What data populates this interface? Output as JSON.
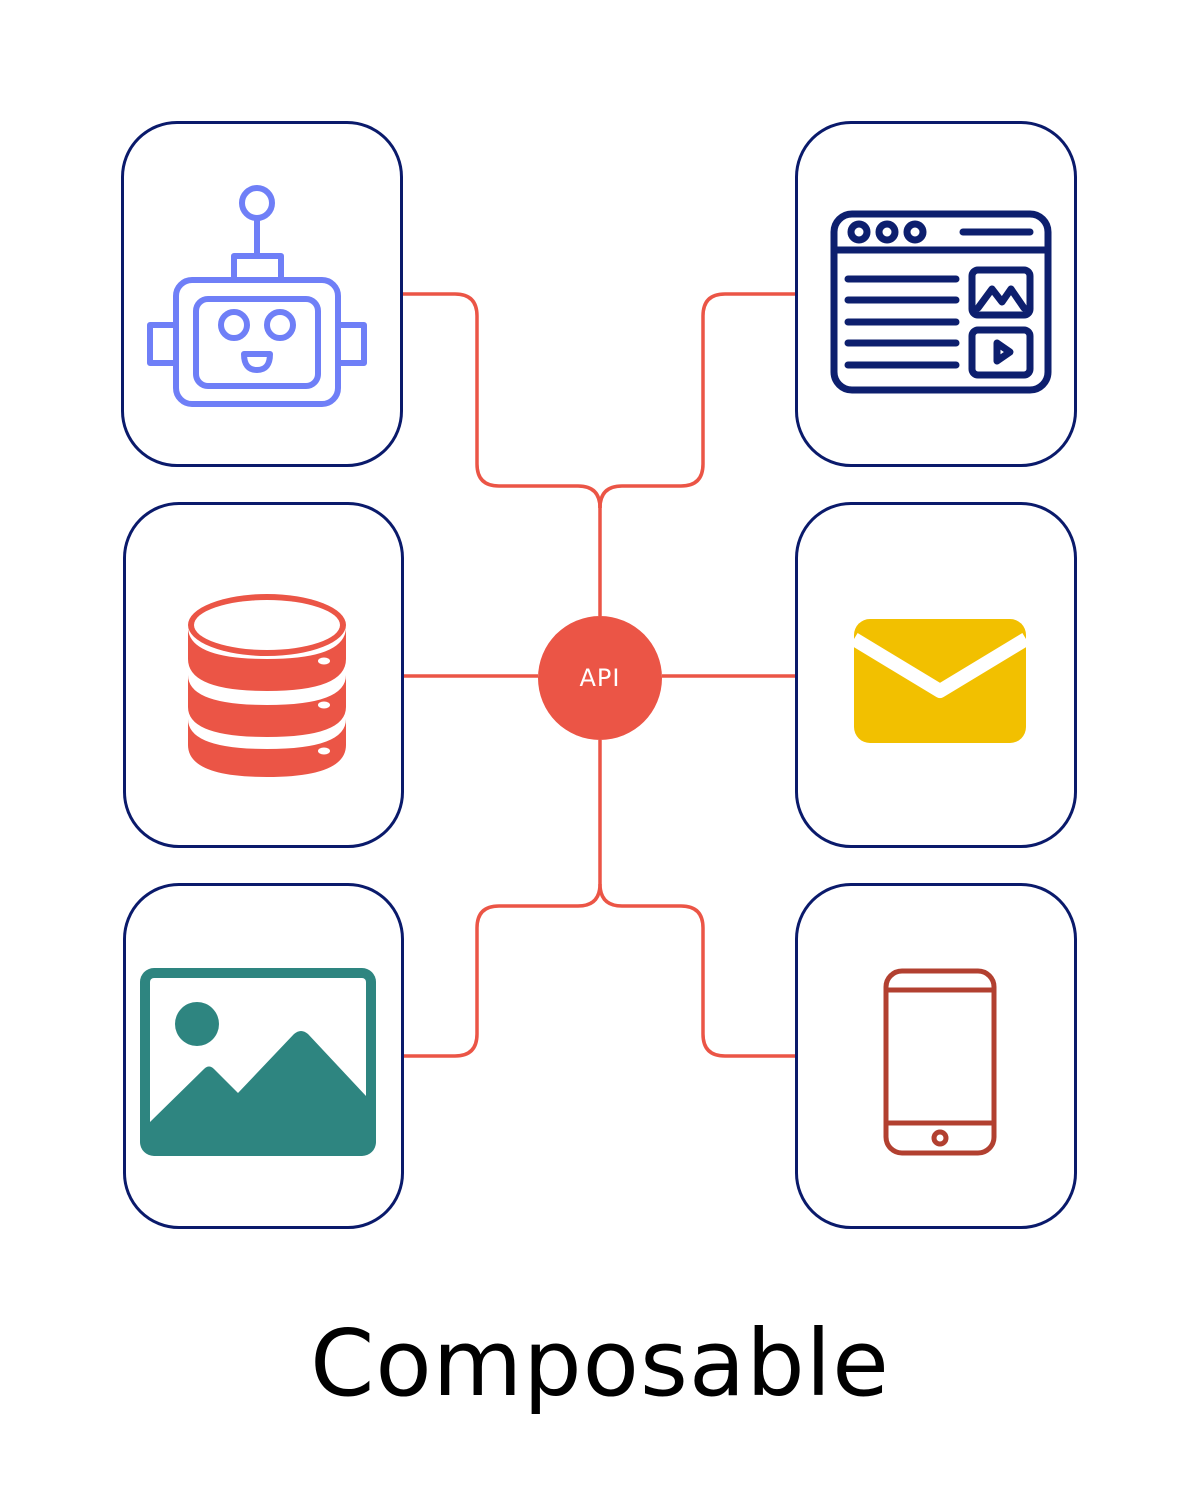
{
  "title": "Composable",
  "hub": {
    "label": "API",
    "color": "#eb5546"
  },
  "colors": {
    "card_border": "#0a1a6b",
    "connector": "#eb5546",
    "robot": "#6f7ff7",
    "browser": "#0d1f6e",
    "database": "#eb5546",
    "email": "#f2c000",
    "image": "#2e8580",
    "phone": "#b24030"
  },
  "nodes": [
    {
      "id": "robot",
      "icon": "robot-icon",
      "position": "top-left"
    },
    {
      "id": "web-browser",
      "icon": "browser-window-icon",
      "position": "top-right"
    },
    {
      "id": "database",
      "icon": "database-icon",
      "position": "middle-left"
    },
    {
      "id": "email",
      "icon": "envelope-icon",
      "position": "middle-right"
    },
    {
      "id": "image",
      "icon": "image-icon",
      "position": "bottom-left"
    },
    {
      "id": "mobile",
      "icon": "smartphone-icon",
      "position": "bottom-right"
    }
  ]
}
